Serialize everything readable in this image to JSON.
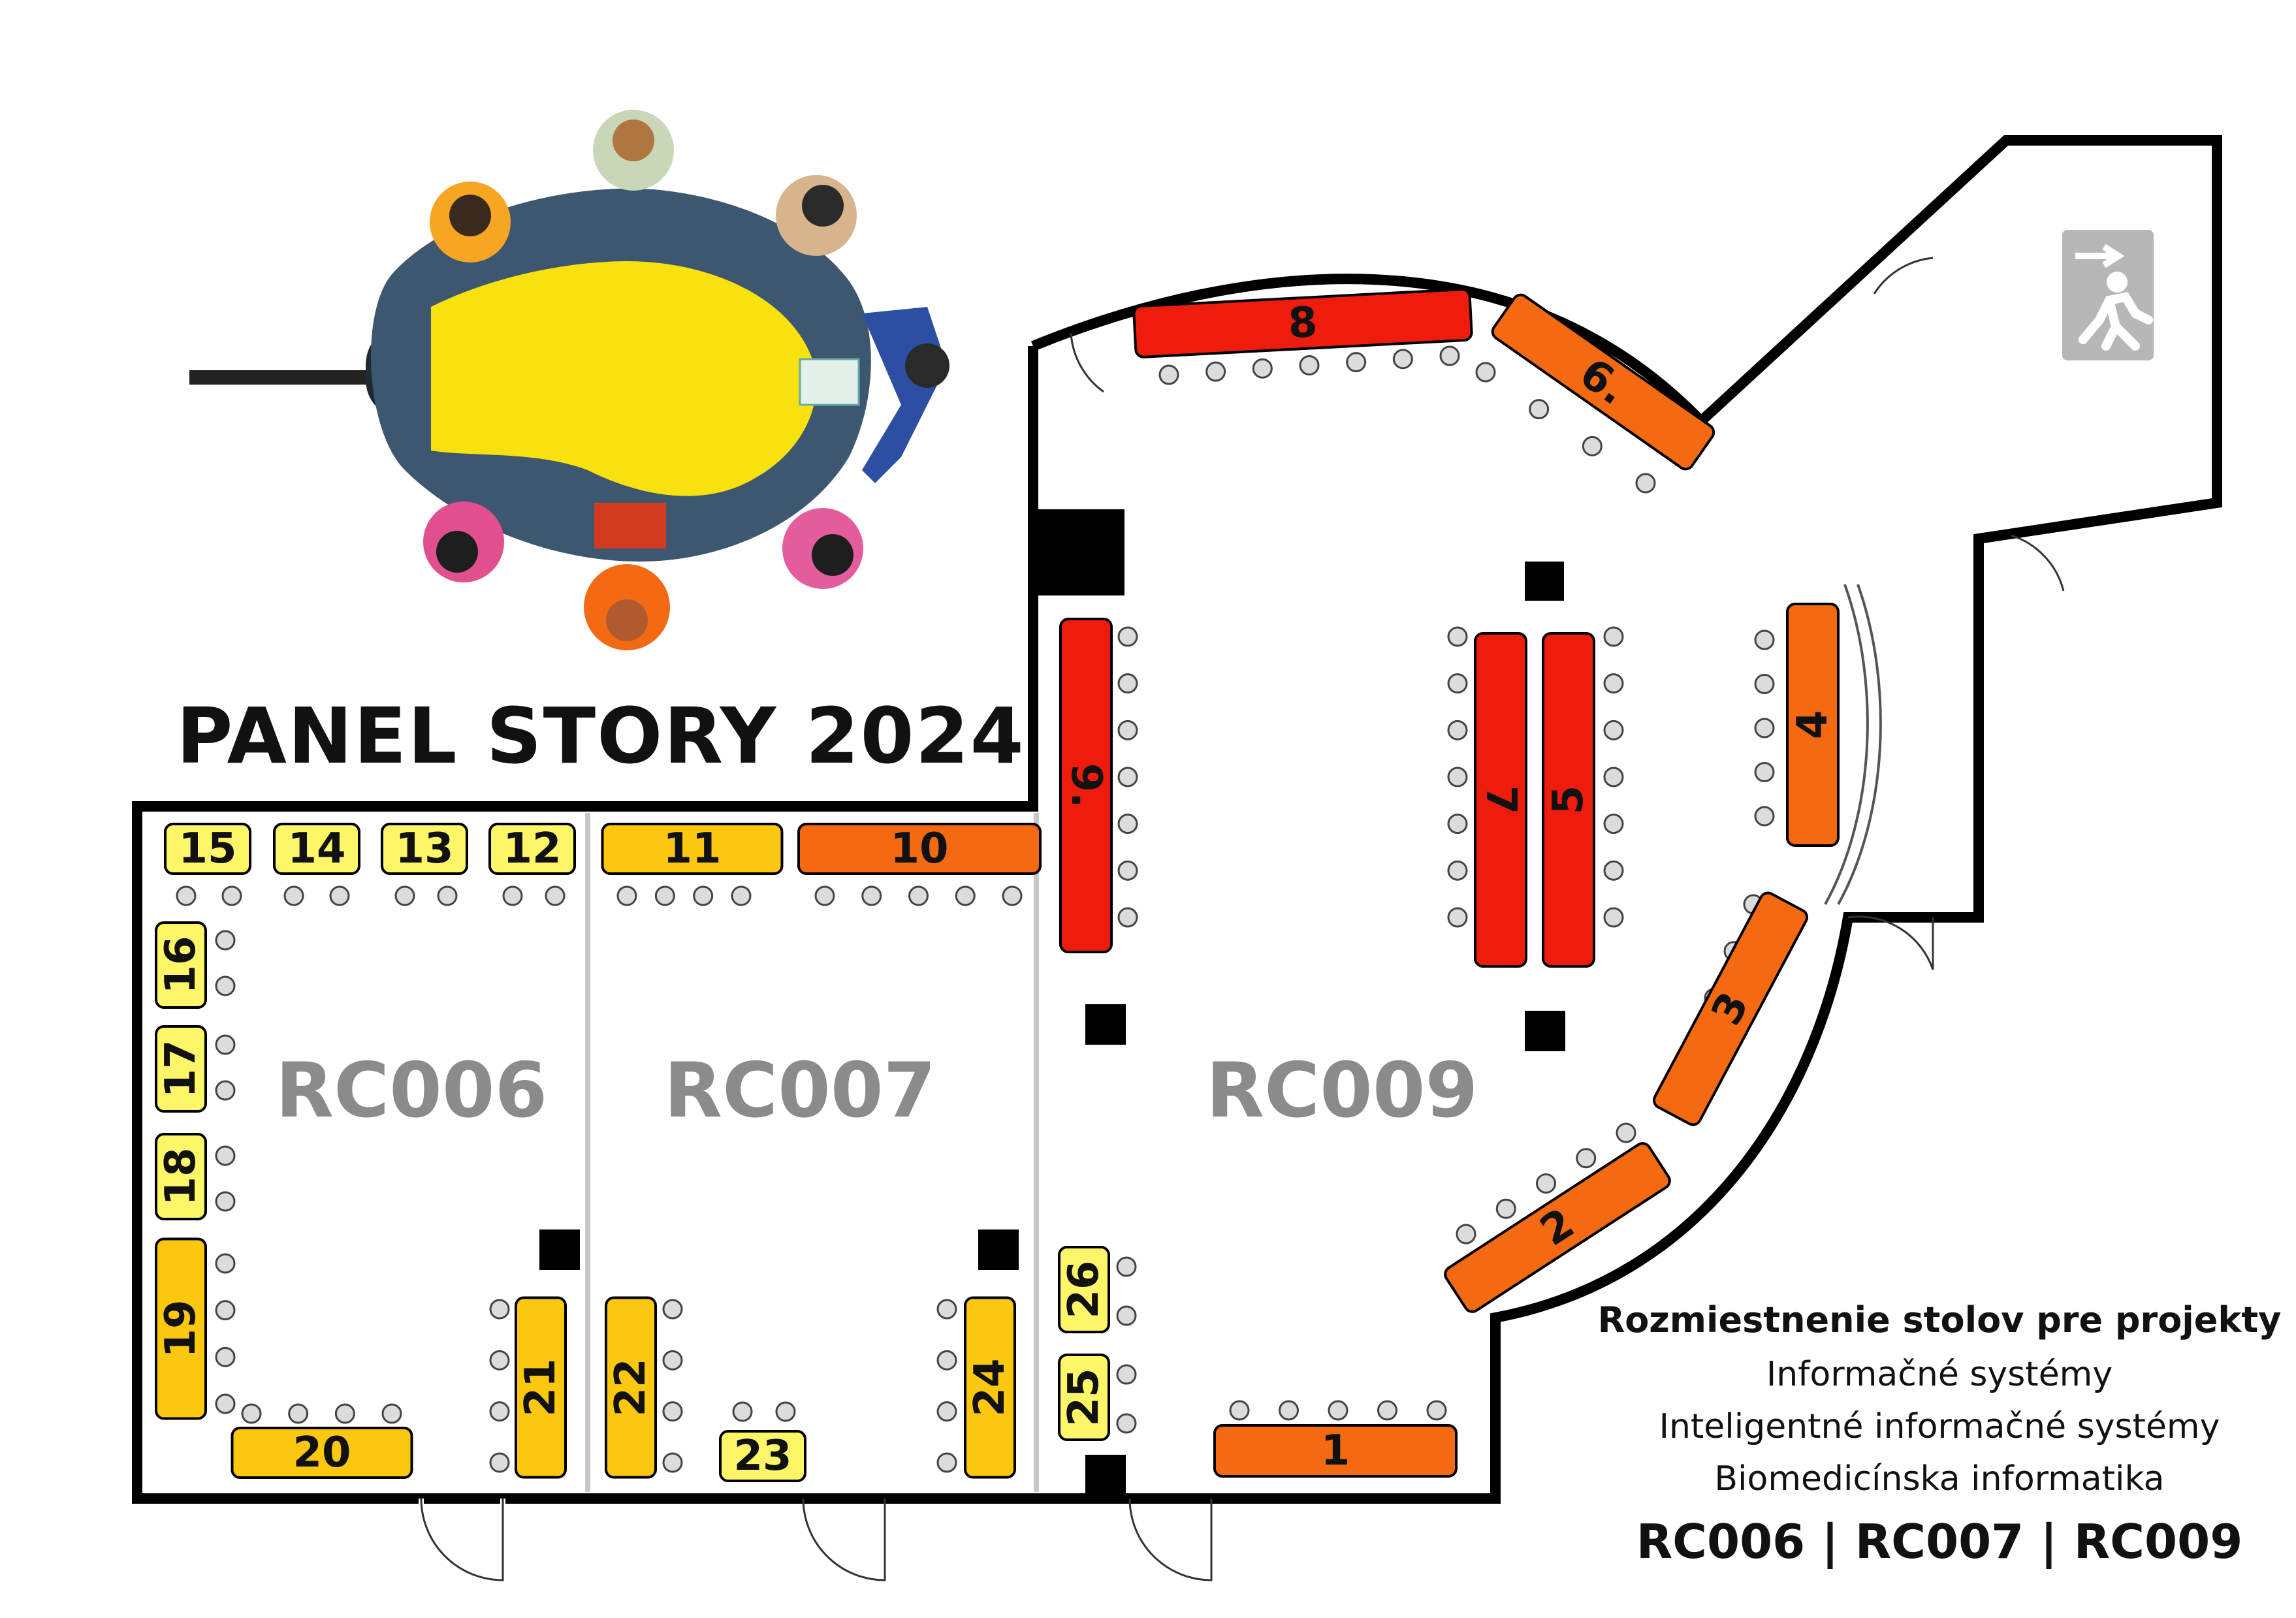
{
  "title": "PANEL STORY 2024",
  "rooms": [
    {
      "id": "RC006",
      "label": "RC006"
    },
    {
      "id": "RC007",
      "label": "RC007"
    },
    {
      "id": "RC009",
      "label": "RC009"
    }
  ],
  "tables": [
    {
      "n": "1",
      "label": "1",
      "color": "orange"
    },
    {
      "n": "2",
      "label": "2",
      "color": "orange"
    },
    {
      "n": "3",
      "label": "3",
      "color": "orange"
    },
    {
      "n": "4",
      "label": "4",
      "color": "orange"
    },
    {
      "n": "5",
      "label": "5",
      "color": "red"
    },
    {
      "n": "6",
      "label": "6.",
      "color": "orange"
    },
    {
      "n": "7",
      "label": "7",
      "color": "red"
    },
    {
      "n": "8",
      "label": "8",
      "color": "red"
    },
    {
      "n": "9",
      "label": "9.",
      "color": "red"
    },
    {
      "n": "10",
      "label": "10",
      "color": "orange"
    },
    {
      "n": "11",
      "label": "11",
      "color": "gold"
    },
    {
      "n": "12",
      "label": "12",
      "color": "yellow"
    },
    {
      "n": "13",
      "label": "13",
      "color": "yellow"
    },
    {
      "n": "14",
      "label": "14",
      "color": "yellow"
    },
    {
      "n": "15",
      "label": "15",
      "color": "yellow"
    },
    {
      "n": "16",
      "label": "16",
      "color": "yellow"
    },
    {
      "n": "17",
      "label": "17",
      "color": "yellow"
    },
    {
      "n": "18",
      "label": "18",
      "color": "yellow"
    },
    {
      "n": "19",
      "label": "19",
      "color": "gold"
    },
    {
      "n": "20",
      "label": "20",
      "color": "gold"
    },
    {
      "n": "21",
      "label": "21",
      "color": "gold"
    },
    {
      "n": "22",
      "label": "22",
      "color": "gold"
    },
    {
      "n": "23",
      "label": "23",
      "color": "yellow"
    },
    {
      "n": "24",
      "label": "24",
      "color": "gold"
    },
    {
      "n": "25",
      "label": "25",
      "color": "yellow"
    },
    {
      "n": "26",
      "label": "26",
      "color": "yellow"
    }
  ],
  "legend": {
    "heading": "Rozmiestnenie stolov pre projekty",
    "items": [
      "Informačné systémy",
      "Inteligentné informačné systémy",
      "Biomedicínska informatika"
    ],
    "rooms_line": "RC006 | RC007 | RC009"
  },
  "colors": {
    "red": "#ee1c0c",
    "orange": "#f36a12",
    "gold": "#fcc80f",
    "yellow": "#fef669",
    "wall": "#000000",
    "room_label": "#8b8b8b",
    "exit_sign": "#b7b7b7"
  },
  "icons": {
    "exit": "emergency-exit-icon",
    "illustration": "meeting-table-illustration"
  }
}
